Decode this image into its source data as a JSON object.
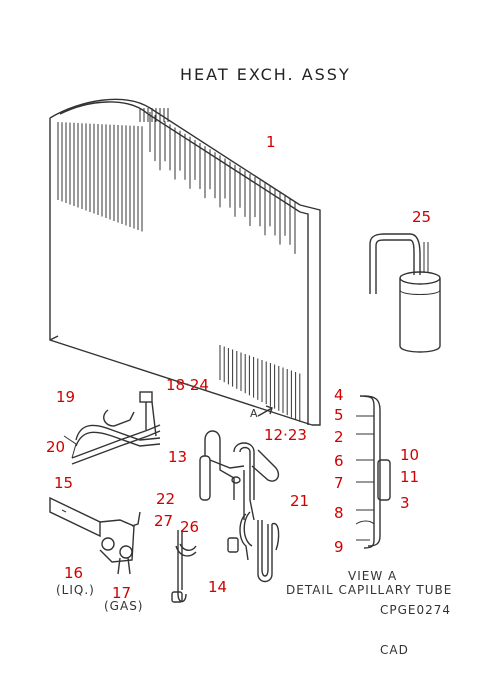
{
  "title": "HEAT EXCH. ASSY",
  "parts": {
    "p1": "1",
    "p25": "25",
    "p18_24": "18·24",
    "p19": "19",
    "p20": "20",
    "p15": "15",
    "p16": "16",
    "p17": "17",
    "p13": "13",
    "p22": "22",
    "p27": "27",
    "p26": "26",
    "p14": "14",
    "p12_23": "12·23",
    "p21": "21",
    "p4": "4",
    "p5": "5",
    "p2": "2",
    "p6": "6",
    "p10": "10",
    "p11": "11",
    "p7": "7",
    "p3": "3",
    "p8": "8",
    "p9": "9"
  },
  "labels": {
    "view_arrow": "A",
    "liq": "(LIQ.)",
    "gas": "(GAS)",
    "view_title": "VIEW A",
    "view_subtitle": "DETAIL CAPILLARY TUBE",
    "drawing_code": "CPGE0274",
    "cad": "CAD"
  }
}
